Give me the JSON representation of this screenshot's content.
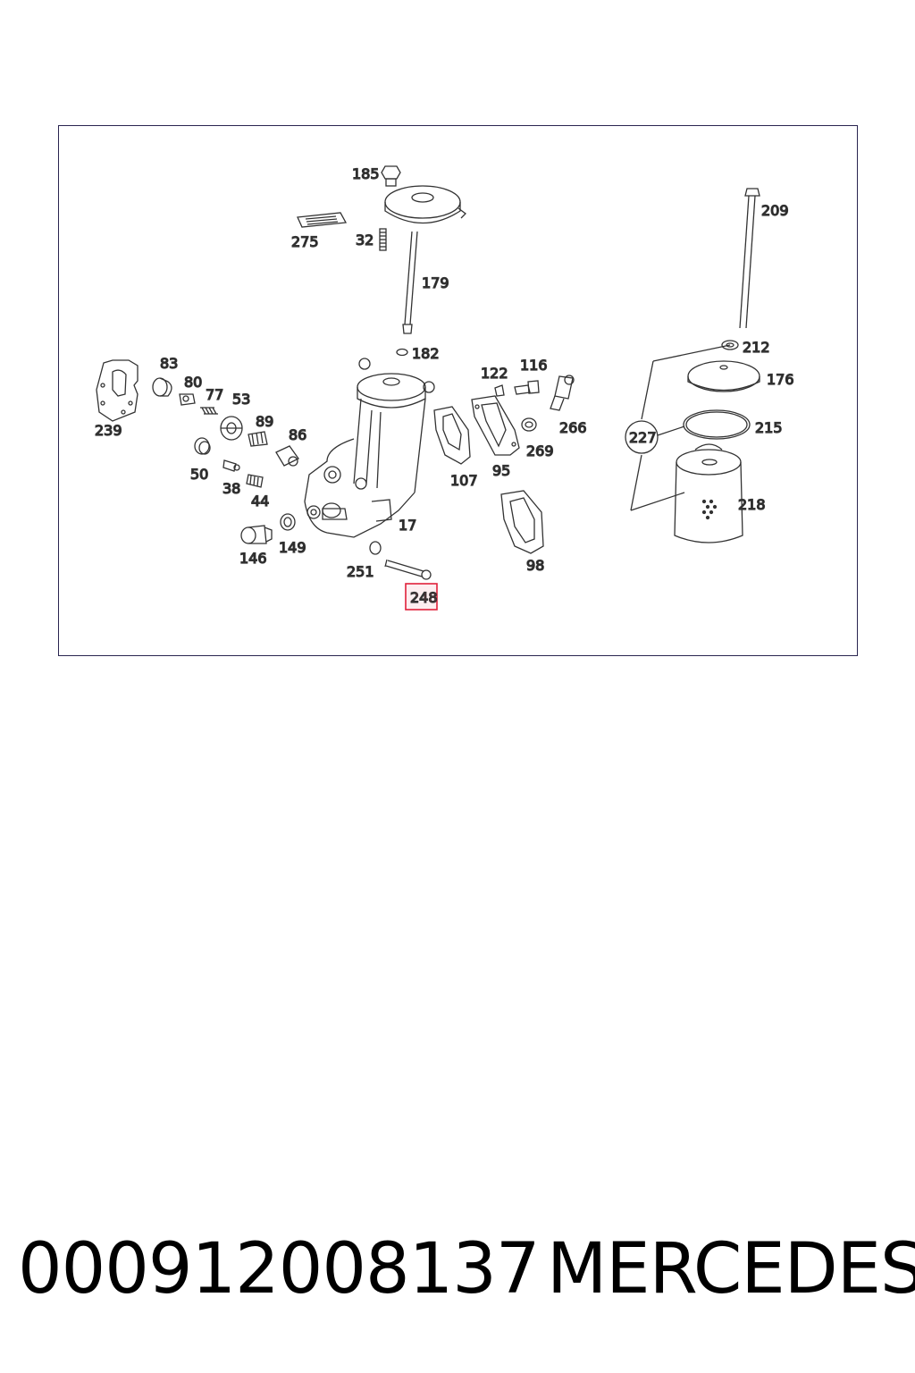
{
  "diagram": {
    "callouts": {
      "c185": "185",
      "c275": "275",
      "c32": "32",
      "c179": "179",
      "c182": "182",
      "c209": "209",
      "c212": "212",
      "c176": "176",
      "c215": "215",
      "c227": "227",
      "c218": "218",
      "c83": "83",
      "c80": "80",
      "c77": "77",
      "c53": "53",
      "c89": "89",
      "c86": "86",
      "c239": "239",
      "c50": "50",
      "c38": "38",
      "c44": "44",
      "c122": "122",
      "c116": "116",
      "c266": "266",
      "c269": "269",
      "c95": "95",
      "c107": "107",
      "c17": "17",
      "c146": "146",
      "c149": "149",
      "c251": "251",
      "c98": "98",
      "c248": "248"
    },
    "highlighted_part": "248",
    "highlight_color": "#e0203a"
  },
  "caption": {
    "part_number": "000912008137",
    "brand": "MERCEDES"
  }
}
